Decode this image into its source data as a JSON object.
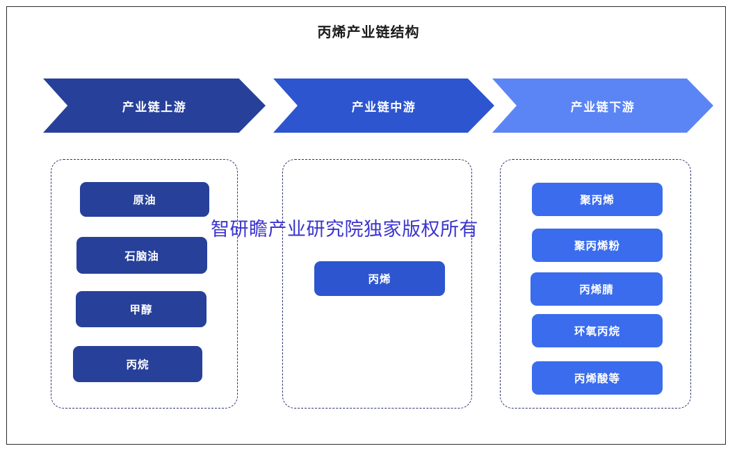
{
  "page": {
    "title": "丙烯产业链结构",
    "watermark": "智研瞻产业研究院独家版权所有"
  },
  "colors": {
    "upstream": "#27409a",
    "midstream": "#2d55cf",
    "downstream": "#5b85f5",
    "pill_light": "#3a6ced",
    "dashed_border": "#2b3270",
    "frame": "#2b2b2b",
    "watermark": "#3b34cf",
    "title_text": "#1a1a1a",
    "banner_text": "#ffffff"
  },
  "stages": [
    {
      "id": "upstream",
      "banner_label": "产业链上游",
      "items": [
        {
          "label": "原油"
        },
        {
          "label": "石脑油"
        },
        {
          "label": "甲醇"
        },
        {
          "label": "丙烷"
        }
      ]
    },
    {
      "id": "midstream",
      "banner_label": "产业链中游",
      "items": [
        {
          "label": "丙烯"
        }
      ]
    },
    {
      "id": "downstream",
      "banner_label": "产业链下游",
      "items": [
        {
          "label": "聚丙烯"
        },
        {
          "label": "聚丙烯粉"
        },
        {
          "label": "丙烯腈"
        },
        {
          "label": "环氧丙烷"
        },
        {
          "label": "丙烯酸等"
        }
      ]
    }
  ]
}
